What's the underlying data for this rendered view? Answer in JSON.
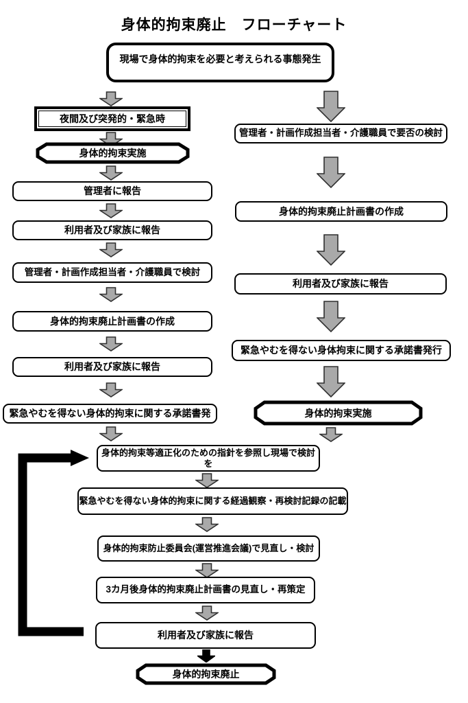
{
  "title": "身体的拘束廃止　フローチャート",
  "colors": {
    "line": "#000000",
    "arrow_fill": "#a9a9a9",
    "black_arrow_fill": "#000000",
    "box_border": "#000000",
    "background": "#ffffff"
  },
  "flow": {
    "start": "現場で身体的拘束を必要と考えられる事態発生",
    "left": {
      "emergency_time": "夜間及び突発的・緊急時",
      "restraint_exec": "身体的拘束実施",
      "report_manager": "管理者に報告",
      "report_family_1": "利用者及び家族に報告",
      "staff_review": "管理者・計画作成担当者・介護職員で検討",
      "create_plan": "身体的拘束廃止計画書の作成",
      "report_family_2": "利用者及び家族に報告",
      "consent_issue": "緊急やむを得ない身体的拘束に関する承諾書発"
    },
    "right": {
      "necessity_review": "管理者・計画作成担当者・介護職員で要否の検討",
      "create_plan": "身体的拘束廃止計画書の作成",
      "report_family": "利用者及び家族に報告",
      "consent_issue": "緊急やむを得ない身体拘束に関する承諾書発行",
      "restraint_exec": "身体的拘束実施"
    },
    "merged": {
      "guideline_review": "身体的拘束等適正化のための指針を参照し現場で検討を",
      "progress_record": "緊急やむを得ない身体的拘束に関する経過観察・再検討記録の記載",
      "committee_review": "身体的拘束防止委員会(運営推進会議)で見直し・検討",
      "replan_3months": "3カ月後身体的拘束廃止計画書の見直し・再策定",
      "report_family": "利用者及び家族に報告",
      "end": "身体的拘束廃止"
    }
  }
}
